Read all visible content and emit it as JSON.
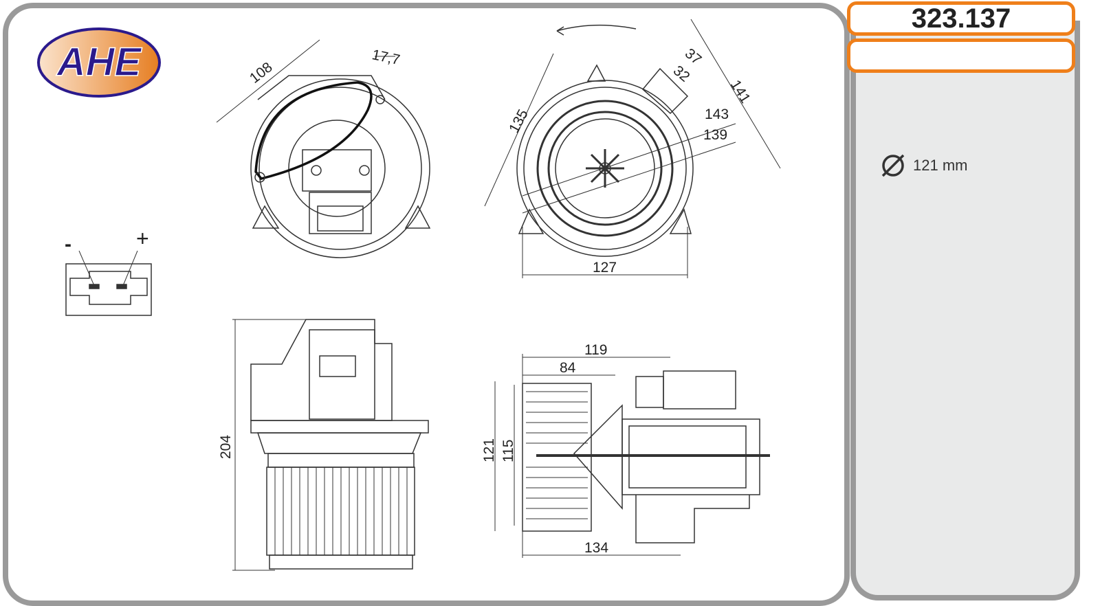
{
  "logo": {
    "text": "AHE"
  },
  "part_number": "323.137",
  "secondary_field": "",
  "specs": {
    "diameter": "121 mm",
    "diameter_icon": "diameter-icon"
  },
  "connector": {
    "minus": "-",
    "plus": "+"
  },
  "dimensions": {
    "top_left": {
      "d108": "108",
      "d17_7": "17,7"
    },
    "top_right": {
      "d135": "135",
      "d37": "37",
      "d32": "32",
      "d141": "141",
      "d143": "143",
      "d139": "139",
      "d127": "127"
    },
    "bottom_left": {
      "d204": "204"
    },
    "bottom_right": {
      "d119": "119",
      "d84": "84",
      "d121": "121",
      "d115": "115",
      "d134": "134"
    }
  },
  "colors": {
    "accent": "#ef7f1a",
    "frame": "#9a9a9a",
    "logo_blue": "#2b1a8c",
    "logo_orange": "#e88a3c"
  }
}
